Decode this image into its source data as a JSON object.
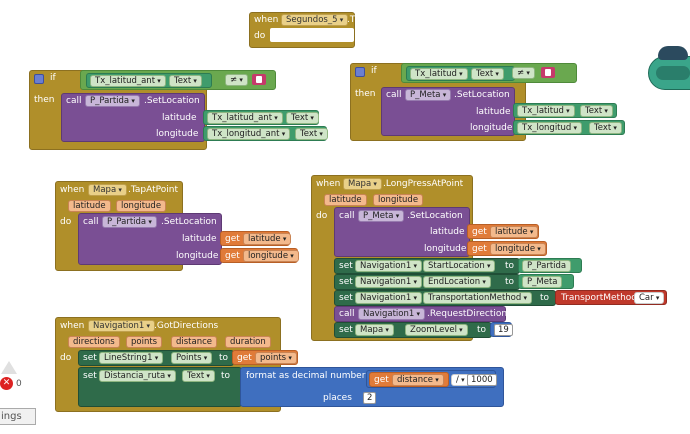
{
  "timer": {
    "when": "when",
    "component": "Segundos_5",
    "event": ".Timer",
    "do": "do"
  },
  "ifblock1": {
    "if": "if",
    "then": "then",
    "comp": "Tx_latitud_ant",
    "prop": "Text",
    "op": "≠",
    "call": "call",
    "target": "P_Partida",
    "method": ".SetLocation",
    "lat_label": "latitude",
    "lat_comp": "Tx_latitud_ant",
    "lat_prop": "Text",
    "lon_label": "longitude",
    "lon_comp": "Tx_longitud_ant",
    "lon_prop": "Text"
  },
  "ifblock2": {
    "if": "if",
    "then": "then",
    "comp": "Tx_latitud",
    "prop": "Text",
    "op": "≠",
    "call": "call",
    "target": "P_Meta",
    "method": ".SetLocation",
    "lat_label": "latitude",
    "lat_comp": "Tx_latitud",
    "lat_prop": "Text",
    "lon_label": "longitude",
    "lon_comp": "Tx_longitud",
    "lon_prop": "Text"
  },
  "tap": {
    "when": "when",
    "comp": "Mapa",
    "event": ".TapAtPoint",
    "p1": "latitude",
    "p2": "longitude",
    "do": "do",
    "call": "call",
    "target": "P_Partida",
    "method": ".SetLocation",
    "lat_label": "latitude",
    "lon_label": "longitude",
    "get": "get",
    "get_lat": "latitude",
    "get_lon": "longitude"
  },
  "longpress": {
    "when": "when",
    "comp": "Mapa",
    "event": ".LongPressAtPoint",
    "p1": "latitude",
    "p2": "longitude",
    "do": "do",
    "call": "call",
    "target": "P_Meta",
    "method": ".SetLocation",
    "lat_label": "latitude",
    "lon_label": "longitude",
    "get": "get",
    "get_lat": "latitude",
    "get_lon": "longitude",
    "set": "set",
    "to": "to",
    "nav": "Navigation1",
    "start_prop": "StartLocation",
    "start_val": "P_Partida",
    "end_prop": "EndLocation",
    "end_val": "P_Meta",
    "trans_prop": "TransportationMethod",
    "trans_label": "TransportMethod",
    "trans_val": "Car",
    "req_call": "call",
    "req_method": ".RequestDirections",
    "zoom_comp": "Mapa",
    "zoom_prop": "ZoomLevel",
    "zoom_val": "19"
  },
  "gotdir": {
    "when": "when",
    "comp": "Navigation1",
    "event": ".GotDirections",
    "p1": "directions",
    "p2": "points",
    "p3": "distance",
    "p4": "duration",
    "do": "do",
    "set": "set",
    "to": "to",
    "get": "get",
    "line_comp": "LineString1",
    "line_prop": "Points",
    "line_get": "points",
    "dist_comp": "Distancia_ruta",
    "dist_prop": "Text",
    "format": "format as decimal number",
    "number_label": "number",
    "div_get": "distance",
    "div_op": "/",
    "div_val": "1000",
    "places_label": "places",
    "places_val": "2"
  },
  "left_ui": {
    "warning_count": "0",
    "tab_label": "ings"
  },
  "colors": {
    "event": "#b08f2a",
    "method": "#7a4f94",
    "setter": "#2f6b4a",
    "logic": "#6aa84f",
    "variable": "#e07b39",
    "math": "#3f6fbf"
  }
}
